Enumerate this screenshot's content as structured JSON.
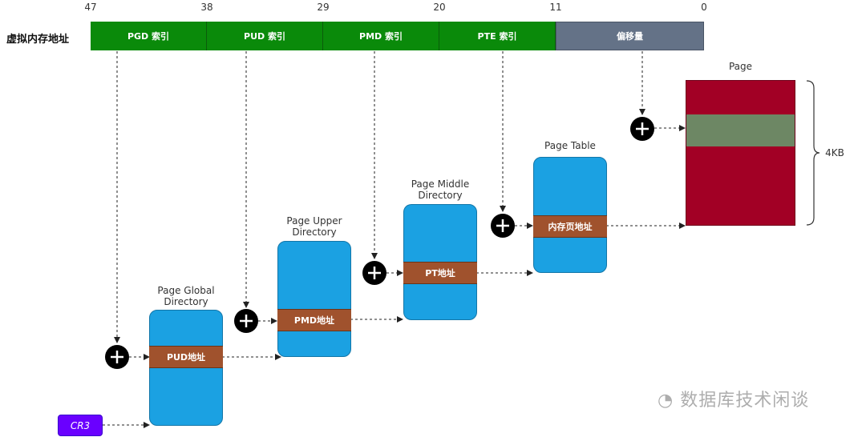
{
  "bit_positions": [
    "47",
    "38",
    "29",
    "20",
    "11",
    "0"
  ],
  "virtual_address_label": "虚拟内存地址",
  "segments": [
    "PGD 索引",
    "PUD 索引",
    "PMD 索引",
    "PTE 索引",
    "偏移量"
  ],
  "tables": [
    {
      "title": "Page Global\nDirectory",
      "entry": "PUD地址"
    },
    {
      "title": "Page Upper\nDirectory",
      "entry": "PMD地址"
    },
    {
      "title": "Page Middle\nDirectory",
      "entry": "PT地址"
    },
    {
      "title": "Page Table",
      "entry": "内存页地址"
    }
  ],
  "page": {
    "title": "Page",
    "size": "4KB"
  },
  "cr3": "CR3",
  "watermark": "数据库技术闲谈",
  "colors": {
    "index_segment": "#0a8a0a",
    "offset_segment": "#647287",
    "table": "#1ba1e2",
    "entry": "#a0522d",
    "page": "#a20025",
    "page_highlight": "#6d8764",
    "cr3": "#6a00ff"
  }
}
